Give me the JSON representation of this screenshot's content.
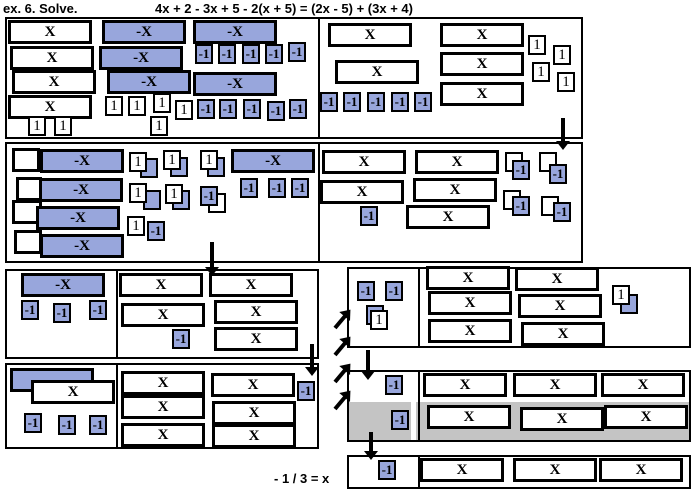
{
  "header": {
    "title": "ex. 6.  Solve.",
    "equation": "4x + 2 - 3x + 5 - 2(x + 5) = (2x - 5) + (3x + 4)"
  },
  "answer": "- 1 / 3 = x",
  "tile_labels": {
    "x": "X",
    "nx": "-X",
    "one": "1",
    "neg": "-1"
  },
  "colors": {
    "negative_tile": "#98a6dc",
    "shade": "#c4c4c4"
  }
}
